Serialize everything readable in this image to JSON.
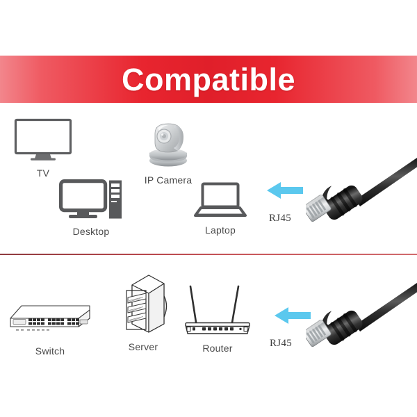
{
  "banner": {
    "title": "Compatible",
    "bg_color_center": "#e01f2a",
    "bg_color_edge": "#f2868c",
    "text_color": "#ffffff"
  },
  "colors": {
    "arrow": "#5bc8ee",
    "label_text": "#4a4a4a",
    "divider": "#b8474c",
    "icon_gray": "#58595b",
    "cable_black": "#1c1c1c",
    "connector_silver": "#c9ccce"
  },
  "top_section": {
    "devices": [
      {
        "label": "TV",
        "icon": "tv-icon"
      },
      {
        "label": "IP Camera",
        "icon": "ip-camera-icon"
      },
      {
        "label": "Desktop",
        "icon": "desktop-computer-icon"
      },
      {
        "label": "Laptop",
        "icon": "laptop-icon"
      }
    ],
    "arrow": {
      "icon": "left-arrow-icon",
      "direction": "left"
    },
    "connector_label": "RJ45",
    "cable": {
      "icon": "rj45-cable-icon"
    }
  },
  "bottom_section": {
    "devices": [
      {
        "label": "Switch",
        "icon": "network-switch-icon"
      },
      {
        "label": "Server",
        "icon": "server-rack-icon"
      },
      {
        "label": "Router",
        "icon": "wifi-router-icon"
      }
    ],
    "arrow": {
      "icon": "left-arrow-icon",
      "direction": "left"
    },
    "connector_label": "RJ45",
    "cable": {
      "icon": "rj45-cable-icon"
    }
  }
}
